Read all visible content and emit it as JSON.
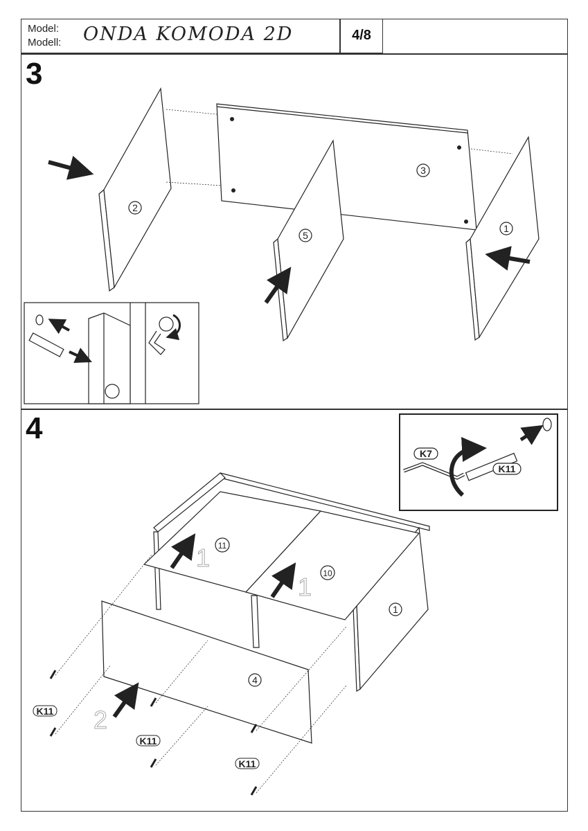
{
  "header": {
    "model_label": "Model:",
    "modell_label": "Modell:",
    "model_name": "ONDA KOMODA  2D",
    "page": "4/8"
  },
  "step3": {
    "number": "3",
    "parts": [
      "2",
      "3",
      "5",
      "1"
    ]
  },
  "step4": {
    "number": "4",
    "parts": [
      "11",
      "10",
      "1",
      "4"
    ],
    "sequence": [
      "1",
      "1",
      "2"
    ],
    "inset": {
      "k7": "K7",
      "k11": "K11"
    },
    "screw_labels": [
      "K11",
      "K11",
      "K11"
    ]
  }
}
